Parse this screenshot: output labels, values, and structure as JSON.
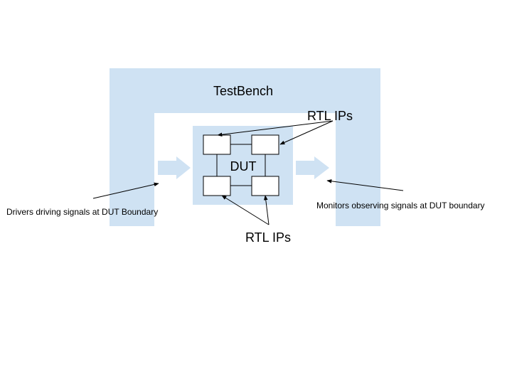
{
  "diagram": {
    "testbench_label": "TestBench",
    "dut_label": "DUT",
    "rtl_ips_top_label": "RTL IPs",
    "rtl_ips_bottom_label": "RTL IPs",
    "drivers_label": "Drivers driving signals at DUT Boundary",
    "monitors_label": "Monitors observing signals at DUT boundary"
  },
  "colors": {
    "testbench_fill": "#cfe2f3",
    "dut_fill": "#cfe2f3",
    "ip_box_fill": "#ffffff",
    "line": "#000000"
  }
}
